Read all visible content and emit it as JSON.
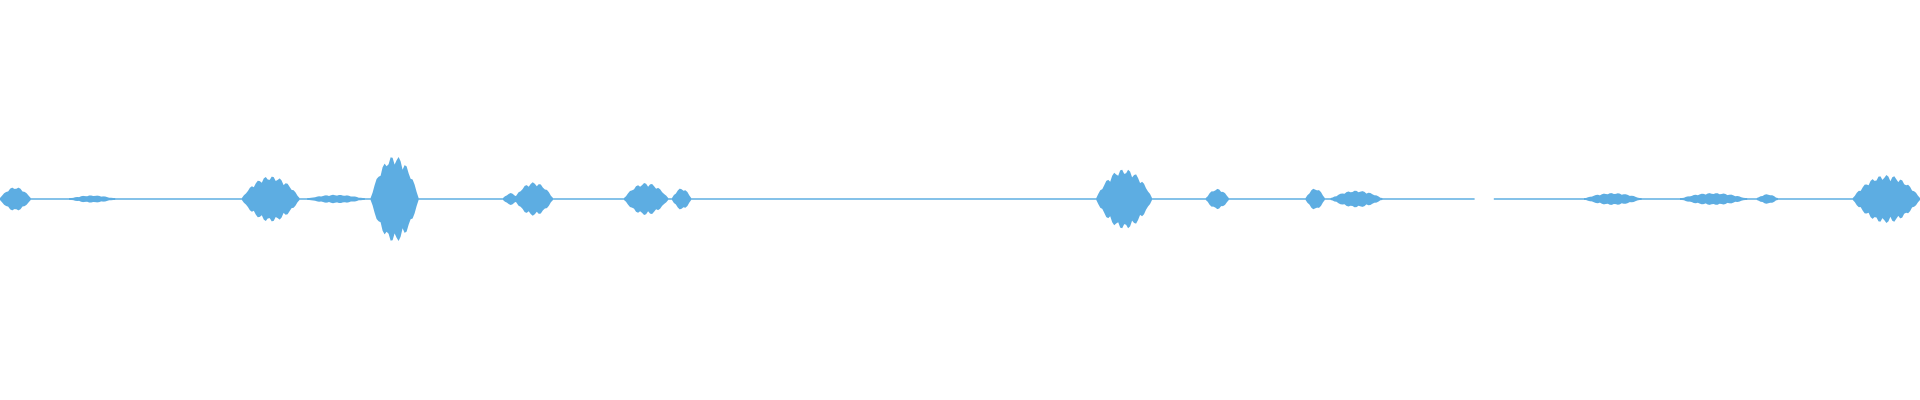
{
  "waveform": {
    "color": "#5dade2",
    "background": "#ffffff",
    "duration_fraction_segments": [
      {
        "start": 0.0,
        "end": 0.016,
        "peak": 0.2
      },
      {
        "start": 0.036,
        "end": 0.06,
        "peak": 0.06
      },
      {
        "start": 0.126,
        "end": 0.156,
        "peak": 0.38
      },
      {
        "start": 0.16,
        "end": 0.19,
        "peak": 0.07
      },
      {
        "start": 0.193,
        "end": 0.218,
        "peak": 0.72
      },
      {
        "start": 0.262,
        "end": 0.27,
        "peak": 0.1
      },
      {
        "start": 0.268,
        "end": 0.288,
        "peak": 0.28
      },
      {
        "start": 0.325,
        "end": 0.348,
        "peak": 0.27
      },
      {
        "start": 0.35,
        "end": 0.36,
        "peak": 0.18
      },
      {
        "start": 0.571,
        "end": 0.6,
        "peak": 0.5
      },
      {
        "start": 0.628,
        "end": 0.64,
        "peak": 0.17
      },
      {
        "start": 0.68,
        "end": 0.69,
        "peak": 0.18
      },
      {
        "start": 0.693,
        "end": 0.72,
        "peak": 0.14
      },
      {
        "start": 0.825,
        "end": 0.855,
        "peak": 0.1
      },
      {
        "start": 0.875,
        "end": 0.91,
        "peak": 0.1
      },
      {
        "start": 0.915,
        "end": 0.926,
        "peak": 0.08
      },
      {
        "start": 0.965,
        "end": 1.0,
        "peak": 0.4
      }
    ],
    "silent_gaps": [
      {
        "start": 0.768,
        "end": 0.778
      }
    ]
  }
}
